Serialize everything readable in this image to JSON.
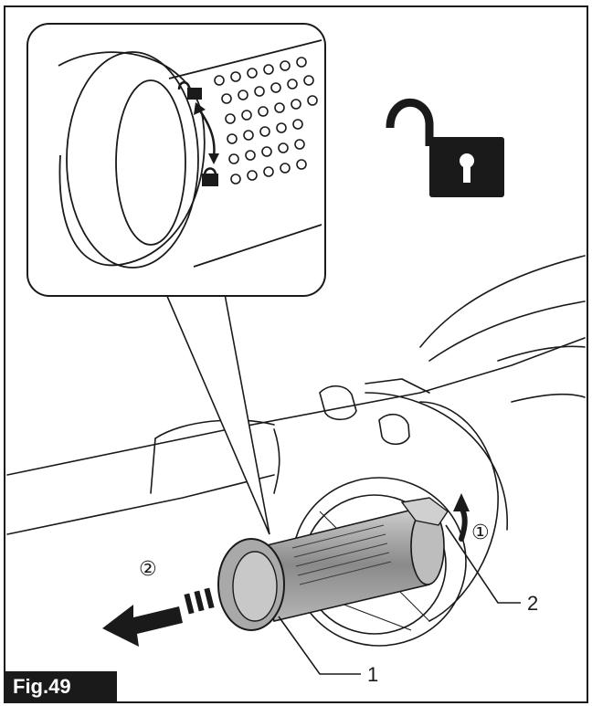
{
  "figure": {
    "label": "Fig.49",
    "callouts": {
      "part1": "1",
      "part2": "2"
    },
    "steps": {
      "rotate": "①",
      "pull": "②"
    }
  },
  "colors": {
    "ink": "#1a1a1a",
    "filter_shade": "#8a8a8a",
    "paper": "#ffffff"
  },
  "icons": {
    "unlocked": "unlocked-padlock-icon",
    "inset_lock": "lock-icon",
    "inset_unlock": "unlock-icon"
  }
}
